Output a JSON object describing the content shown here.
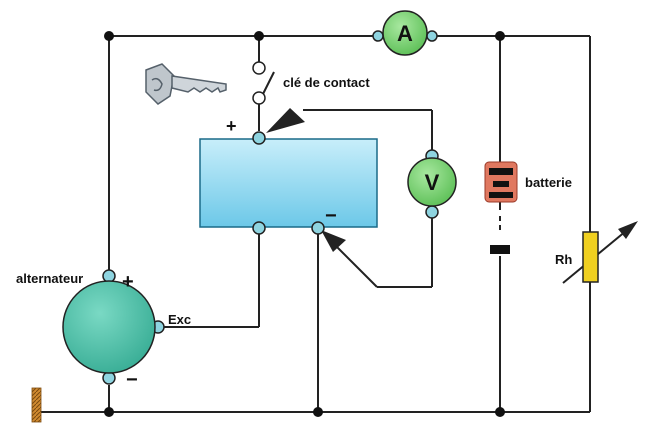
{
  "labels": {
    "ammeter": "A",
    "voltmeter": "V",
    "ignition_key": "clé de contact",
    "battery": "batterie",
    "alternator": "alternateur",
    "excitation": "Exc",
    "rheostat": "Rh",
    "box_plus": "+",
    "box_minus": "−",
    "alt_plus": "+",
    "alt_minus": "−"
  },
  "colors": {
    "wire": "#222222",
    "regulator_box": "#9fdcf0",
    "meter": "#7fd27a",
    "terminal": "#8ed4e0",
    "alternator": "#4fc4ad",
    "battery_cell": "#e07860",
    "rheostat": "#f0d020",
    "ground": "#c87820"
  },
  "icons": {
    "key": "key-icon",
    "ground": "ground-icon"
  }
}
